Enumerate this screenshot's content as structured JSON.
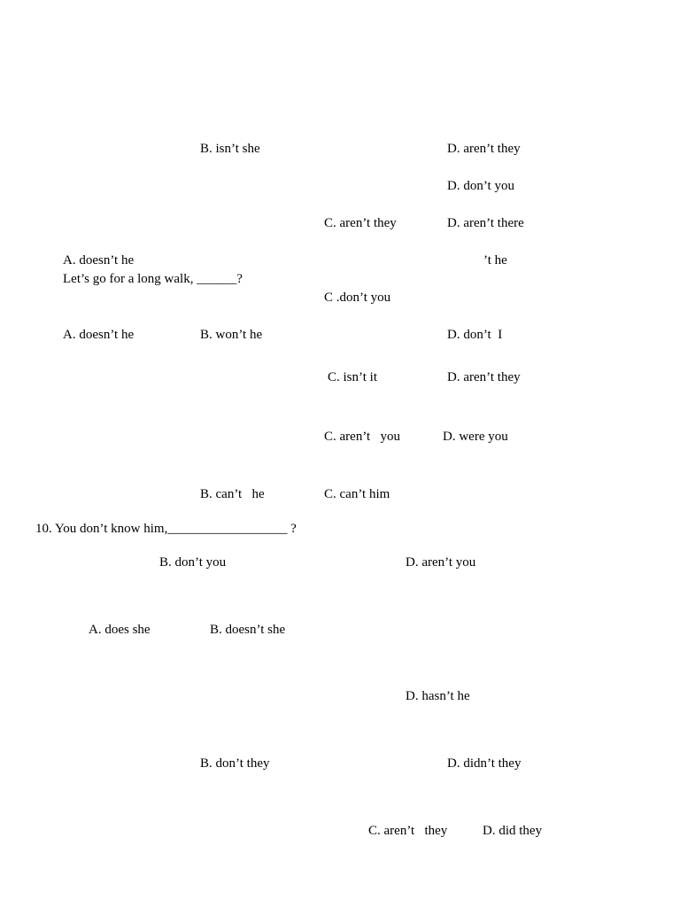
{
  "lines": [
    {
      "id": "l1",
      "text": "B. isn’t she"
    },
    {
      "id": "l2",
      "text": "D. aren’t they"
    },
    {
      "id": "l3",
      "text": "D. don’t you"
    },
    {
      "id": "l4",
      "text": "C. aren’t they"
    },
    {
      "id": "l5",
      "text": "D. aren’t there"
    },
    {
      "id": "l6",
      "text": "A. doesn’t he"
    },
    {
      "id": "l7",
      "text": "’t he"
    },
    {
      "id": "l8",
      "text": "Let’s go for a long walk, ______?"
    },
    {
      "id": "l9",
      "text": "C .don’t you"
    },
    {
      "id": "l10",
      "text": "A. doesn’t he"
    },
    {
      "id": "l11",
      "text": "B. won’t he"
    },
    {
      "id": "l12",
      "text": "D. don’t  I"
    },
    {
      "id": "l13",
      "text": "C. isn’t it"
    },
    {
      "id": "l14",
      "text": "D. aren’t they"
    },
    {
      "id": "l15",
      "text": "C. aren’t   you"
    },
    {
      "id": "l16",
      "text": "D. were you"
    },
    {
      "id": "l17",
      "text": "B. can’t   he"
    },
    {
      "id": "l18",
      "text": "C. can’t him"
    },
    {
      "id": "l19",
      "text": "10. You don’t know him,__________________ ?"
    },
    {
      "id": "l20",
      "text": "B. don’t you"
    },
    {
      "id": "l21",
      "text": "D. aren’t you"
    },
    {
      "id": "l22",
      "text": "A. does she"
    },
    {
      "id": "l23",
      "text": "B. doesn’t she"
    },
    {
      "id": "l24",
      "text": "D. hasn’t he"
    },
    {
      "id": "l25",
      "text": "B. don’t they"
    },
    {
      "id": "l26",
      "text": "D. didn’t they"
    },
    {
      "id": "l27",
      "text": "C. aren’t   they"
    },
    {
      "id": "l28",
      "text": "D. did they"
    }
  ]
}
